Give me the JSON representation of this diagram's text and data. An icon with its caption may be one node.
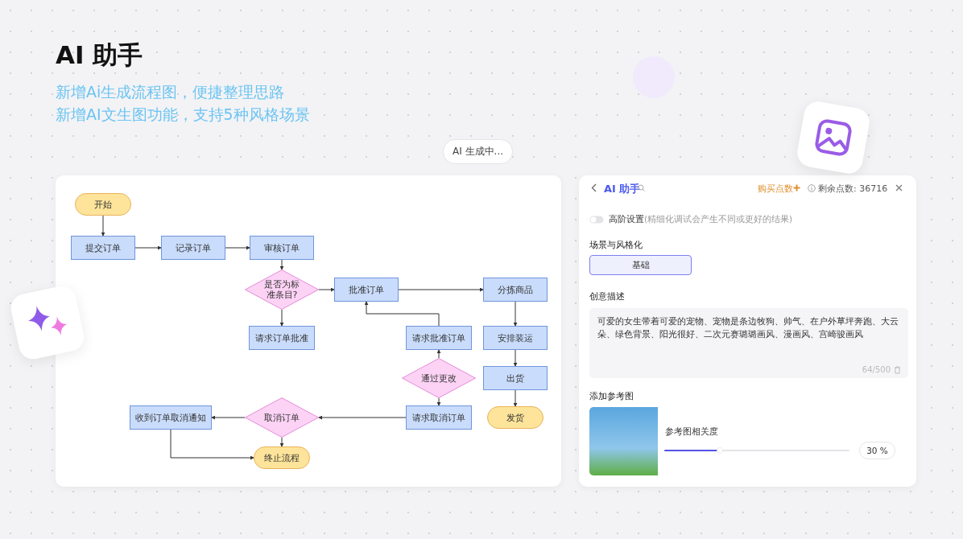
{
  "diagram": {
    "title": "AI 助手",
    "nodes": [
      {
        "text": [
          "开始"
        ]
      },
      {
        "text": [
          "提交订单"
        ]
      },
      {
        "text": [
          "记录订单"
        ]
      },
      {
        "text": [
          "审核订单"
        ]
      },
      {
        "text": [
          "是否为标准条目?"
        ]
      },
      {
        "text": [
          "批准订单"
        ]
      },
      {
        "text": [
          "分拣商品"
        ]
      },
      {
        "text": [
          "请求订单批准"
        ]
      },
      {
        "text": [
          "请求批准订单"
        ]
      },
      {
        "text": [
          "安排装运"
        ]
      },
      {
        "text": [
          "通过更改"
        ]
      },
      {
        "text": [
          "出货"
        ]
      },
      {
        "text": [
          "收到订单取消通知"
        ]
      },
      {
        "text": [
          "取消订单"
        ]
      },
      {
        "text": [
          "请求取消订单"
        ]
      },
      {
        "text": [
          "发货"
        ]
      },
      {
        "text": [
          "终止流程"
        ]
      }
    ],
    "edges": [
      {
        "from": 0,
        "to": 1,
        "arrow": "to"
      },
      {
        "from": 1,
        "to": 2,
        "arrow": "to"
      },
      {
        "from": 2,
        "to": 3,
        "arrow": "to"
      },
      {
        "from": 3,
        "to": 4,
        "arrow": "to"
      },
      {
        "from": 4,
        "to": 5,
        "arrow": "to"
      },
      {
        "from": 5,
        "to": 6,
        "arrow": "to"
      },
      {
        "from": 4,
        "to": 7,
        "arrow": "to"
      },
      {
        "from": 6,
        "to": 9,
        "arrow": "to"
      },
      {
        "from": 9,
        "to": 11,
        "arrow": "to"
      },
      {
        "from": 11,
        "to": 15,
        "arrow": "to"
      },
      {
        "from": 10,
        "to": 8,
        "arrow": "to"
      },
      {
        "from": 8,
        "to": 5,
        "arrow": "to"
      },
      {
        "from": 10,
        "to": 14,
        "arrow": "to"
      },
      {
        "from": 14,
        "to": 13,
        "arrow": "to"
      },
      {
        "from": 13,
        "to": 12,
        "arrow": "to"
      },
      {
        "from": 13,
        "to": 16,
        "arrow": "to"
      },
      {
        "from": 12,
        "to": 16,
        "arrow": "to"
      }
    ],
    "labels": [
      "新增Ai生成流程图，便捷整理思路",
      "新增AI文生图功能，支持5种风格场景",
      "AI 生成中...",
      "AI 助手",
      "购买点数",
      "剩余点数: 36716",
      "**高阶设置**(精细化调试会产生不同或更好的结果)",
      "场景与风格化",
      "基础",
      "创意描述",
      "可爱的女生带着可爱的宠物、宠物是条边牧狗、帅气、在户外草坪奔跑、大云朵、绿色背景、阳光很好、二次元赛璐璐画风、漫画风、宫崎骏画风",
      "64/500",
      "添加参考图",
      "参考图相关度",
      "30 %"
    ]
  }
}
